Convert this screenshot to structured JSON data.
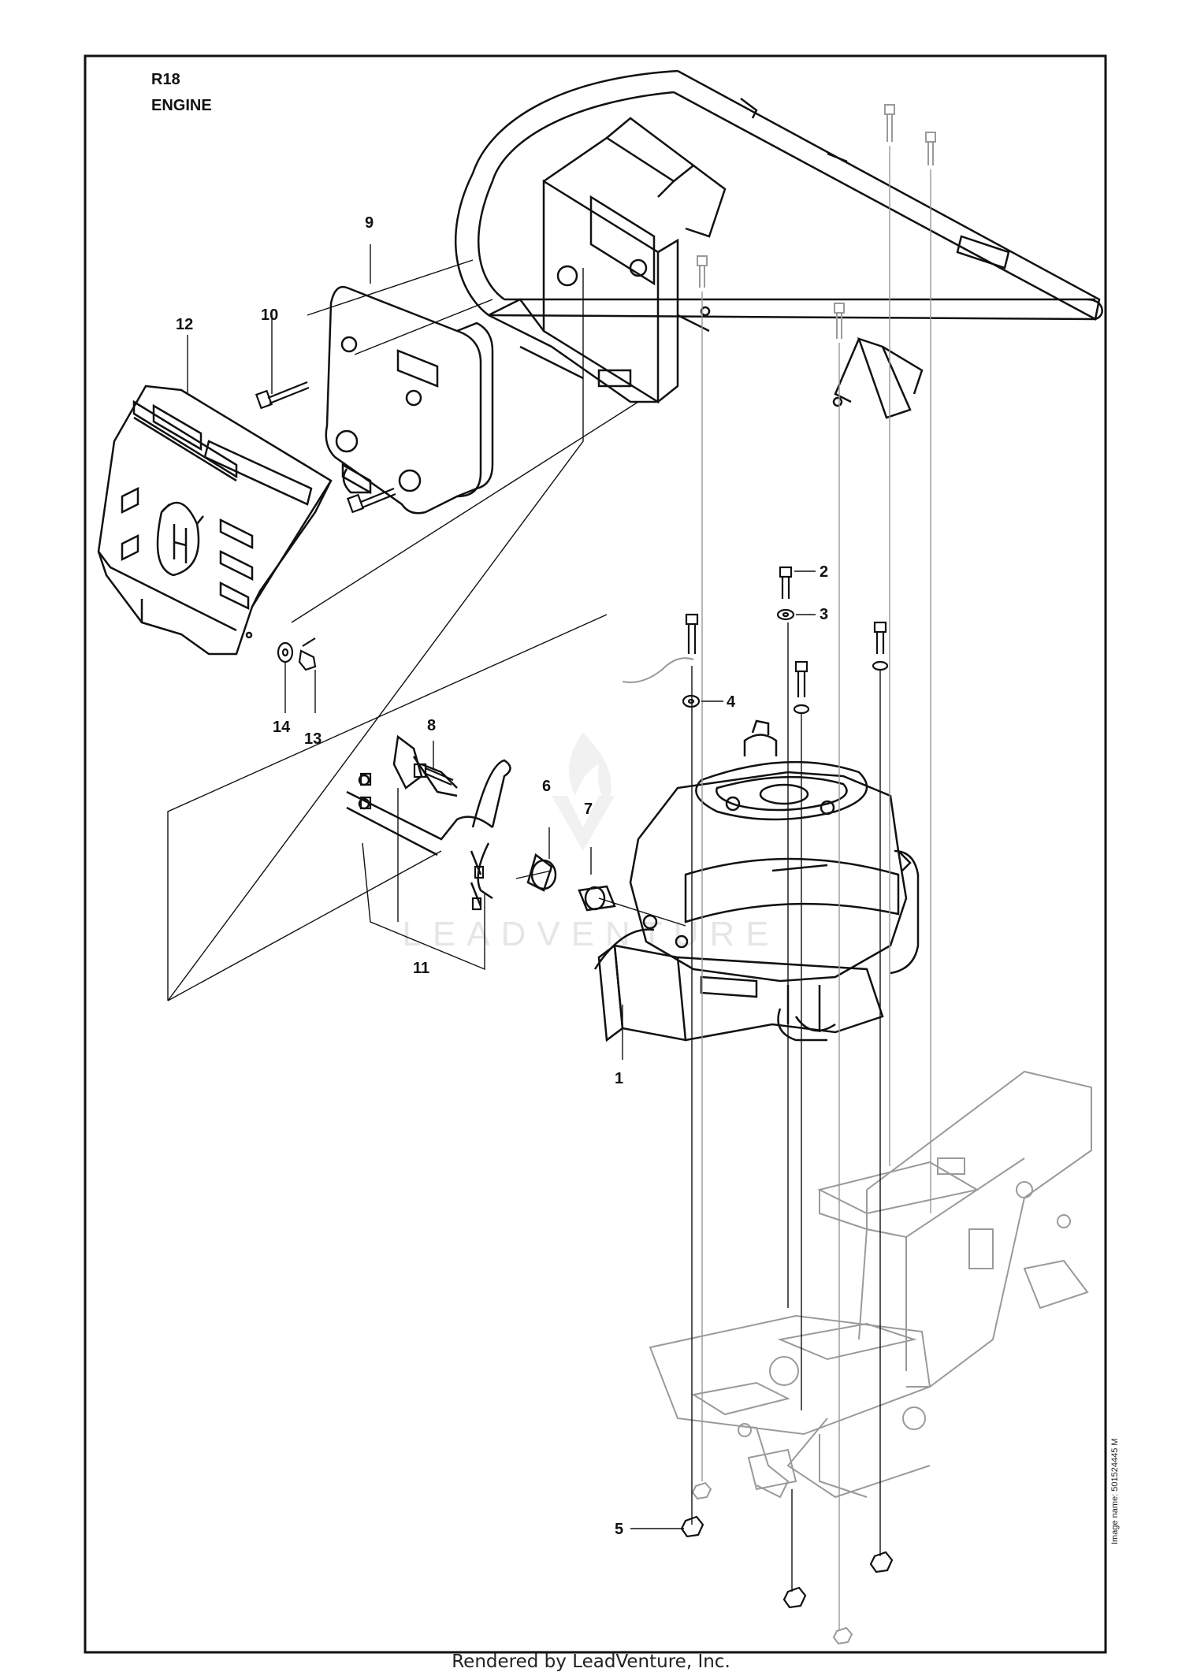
{
  "header": {
    "code": "R18",
    "title": "ENGINE"
  },
  "callouts": [
    {
      "num": "1"
    },
    {
      "num": "2"
    },
    {
      "num": "3"
    },
    {
      "num": "4"
    },
    {
      "num": "5"
    },
    {
      "num": "6"
    },
    {
      "num": "7"
    },
    {
      "num": "8"
    },
    {
      "num": "9"
    },
    {
      "num": "10"
    },
    {
      "num": "11"
    },
    {
      "num": "12"
    },
    {
      "num": "13"
    },
    {
      "num": "14"
    }
  ],
  "side_note": "Image name: 501524445 M",
  "watermark": "LEADVENTURE",
  "footer": "Rendered by LeadVenture, Inc.",
  "colors": {
    "ink": "#111111",
    "ghost": "#9a9a9a",
    "watermark": "#e3e3e3"
  }
}
